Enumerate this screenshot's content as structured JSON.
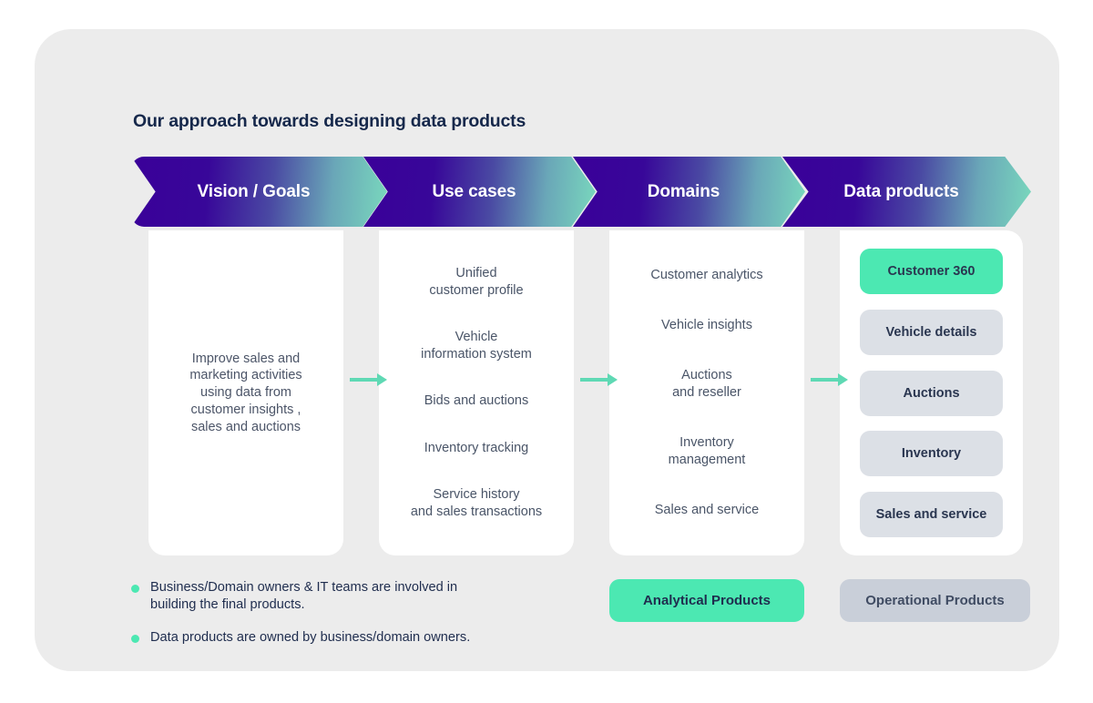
{
  "page": {
    "title": "Our approach towards designing data products",
    "card_bg": "#ececec",
    "accent_mint": "#4ce8b2",
    "accent_purple": "#3a0099",
    "text_navy": "#1f2d4e"
  },
  "stages": [
    {
      "label": "Vision / Goals"
    },
    {
      "label": "Use cases"
    },
    {
      "label": "Domains"
    },
    {
      "label": "Data products"
    }
  ],
  "columns": {
    "vision": {
      "items": [
        "Improve sales and\nmarketing activities\nusing data from\ncustomer insights ,\nsales and auctions"
      ]
    },
    "use_cases": {
      "items": [
        "Unified\ncustomer profile",
        "Vehicle\ninformation system",
        "Bids and auctions",
        "Inventory tracking",
        "Service history\nand sales transactions"
      ]
    },
    "domains": {
      "items": [
        "Customer analytics",
        "Vehicle insights",
        "Auctions\nand reseller",
        "Inventory\nmanagement",
        "Sales and service"
      ]
    },
    "data_products": {
      "items": [
        {
          "label": "Customer 360",
          "highlight": true
        },
        {
          "label": "Vehicle details",
          "highlight": false
        },
        {
          "label": "Auctions",
          "highlight": false
        },
        {
          "label": "Inventory",
          "highlight": false
        },
        {
          "label": "Sales and service",
          "highlight": false
        }
      ]
    }
  },
  "legend": {
    "bullets": [
      "Business/Domain owners & IT teams are involved in\nbuilding the final products.",
      "Data products are owned by business/domain owners."
    ]
  },
  "tags": {
    "analytical": "Analytical Products",
    "operational": "Operational Products"
  },
  "icons": {
    "arrow": "arrow-right-icon",
    "bullet": "bullet-dot-icon"
  }
}
